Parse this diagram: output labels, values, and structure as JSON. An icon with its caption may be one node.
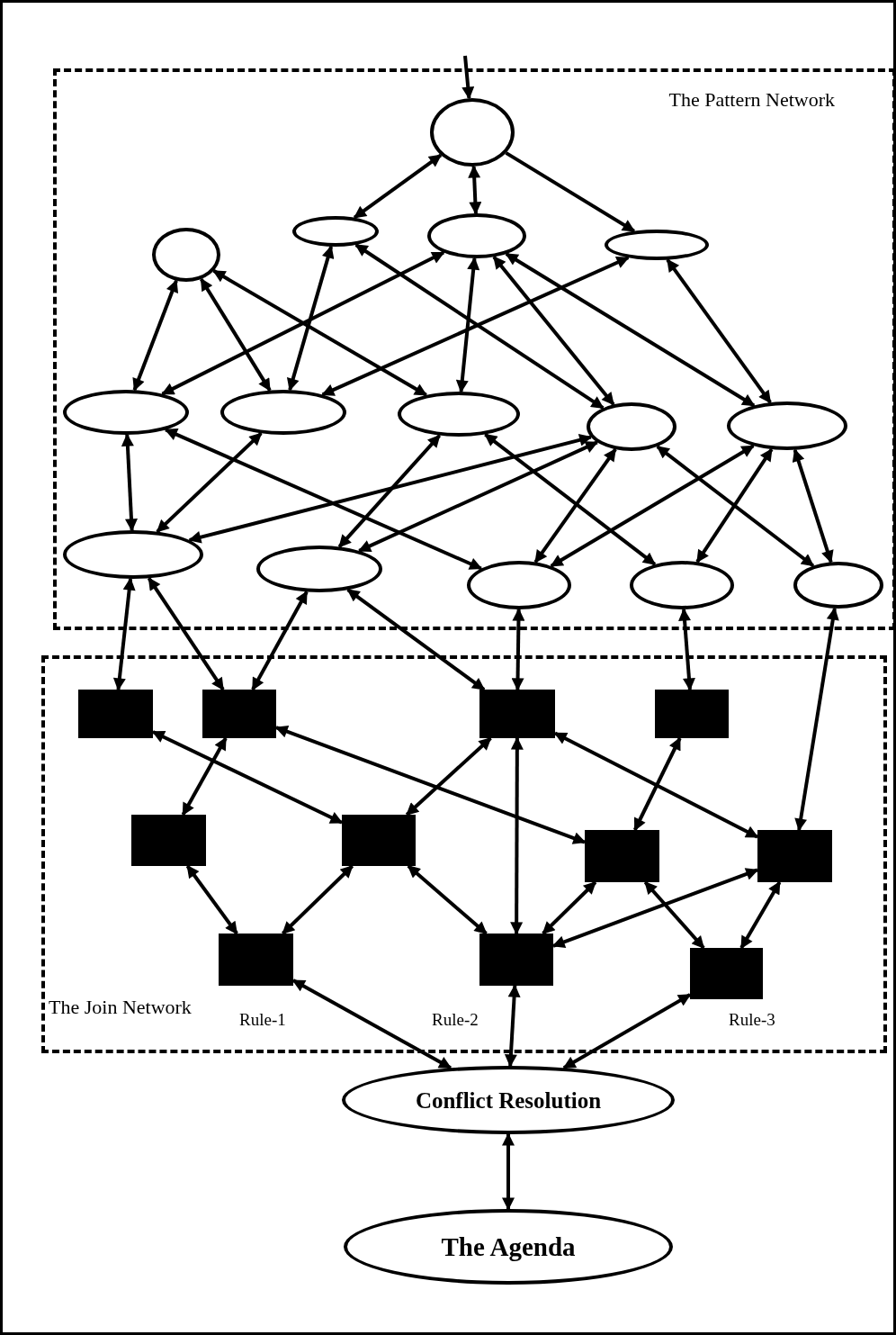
{
  "diagram": {
    "nodes": [
      {
        "text": [
          "The Pattern Network"
        ]
      },
      {
        "text": [
          "The Join Network"
        ]
      },
      {
        "text": [],
        "shape": "ellipse",
        "in": 0
      },
      {
        "text": [],
        "shape": "ellipse",
        "in": 0
      },
      {
        "text": [],
        "shape": "ellipse",
        "in": 0
      },
      {
        "text": [],
        "shape": "ellipse",
        "in": 0
      },
      {
        "text": [],
        "shape": "ellipse",
        "in": 0
      },
      {
        "text": [],
        "shape": "ellipse",
        "in": 0
      },
      {
        "text": [],
        "shape": "ellipse",
        "in": 0
      },
      {
        "text": [],
        "shape": "ellipse",
        "in": 0
      },
      {
        "text": [],
        "shape": "ellipse",
        "in": 0
      },
      {
        "text": [],
        "shape": "ellipse",
        "in": 0
      },
      {
        "text": [],
        "shape": "ellipse",
        "in": 0
      },
      {
        "text": [],
        "shape": "ellipse",
        "in": 0
      },
      {
        "text": [],
        "shape": "ellipse",
        "in": 0
      },
      {
        "text": [],
        "shape": "ellipse",
        "in": 0
      },
      {
        "text": [],
        "shape": "ellipse",
        "in": 0
      },
      {
        "text": [],
        "shape": "box",
        "in": 1
      },
      {
        "text": [],
        "shape": "box",
        "in": 1
      },
      {
        "text": [],
        "shape": "box",
        "in": 1
      },
      {
        "text": [],
        "shape": "box",
        "in": 1
      },
      {
        "text": [],
        "shape": "box",
        "in": 1
      },
      {
        "text": [],
        "shape": "box",
        "in": 1
      },
      {
        "text": [],
        "shape": "box",
        "in": 1
      },
      {
        "text": [],
        "shape": "box",
        "in": 1
      },
      {
        "text": [],
        "shape": "box",
        "in": 1,
        "beside": [
          "Rule-1"
        ]
      },
      {
        "text": [],
        "shape": "box",
        "in": 1,
        "beside": [
          "Rule-2"
        ]
      },
      {
        "text": [],
        "shape": "box",
        "in": 1,
        "beside": [
          "Rule-3"
        ]
      },
      {
        "text": [
          "Conflict Resolution"
        ]
      },
      {
        "text": [
          "The Agenda"
        ]
      }
    ],
    "edges": [
      {
        "from": null,
        "to": 2,
        "arrow": "to"
      },
      {
        "from": 2,
        "to": 4,
        "arrow": "both"
      },
      {
        "from": 2,
        "to": 5,
        "arrow": "both"
      },
      {
        "from": 2,
        "to": 6,
        "arrow": "to"
      },
      {
        "from": 3,
        "to": 7,
        "arrow": "both"
      },
      {
        "from": 3,
        "to": 8,
        "arrow": "both"
      },
      {
        "from": 3,
        "to": 9,
        "arrow": "both"
      },
      {
        "from": 4,
        "to": 8,
        "arrow": "both"
      },
      {
        "from": 4,
        "to": 10,
        "arrow": "both"
      },
      {
        "from": 5,
        "to": 7,
        "arrow": "both"
      },
      {
        "from": 5,
        "to": 9,
        "arrow": "both"
      },
      {
        "from": 5,
        "to": 10,
        "arrow": "both"
      },
      {
        "from": 5,
        "to": 11,
        "arrow": "both"
      },
      {
        "from": 6,
        "to": 8,
        "arrow": "both"
      },
      {
        "from": 6,
        "to": 11,
        "arrow": "both"
      },
      {
        "from": 7,
        "to": 12,
        "arrow": "both"
      },
      {
        "from": 7,
        "to": 14,
        "arrow": "both"
      },
      {
        "from": 8,
        "to": 12,
        "arrow": "both"
      },
      {
        "from": 9,
        "to": 13,
        "arrow": "both"
      },
      {
        "from": 9,
        "to": 15,
        "arrow": "both"
      },
      {
        "from": 10,
        "to": 12,
        "arrow": "both"
      },
      {
        "from": 10,
        "to": 13,
        "arrow": "both"
      },
      {
        "from": 10,
        "to": 14,
        "arrow": "both"
      },
      {
        "from": 10,
        "to": 16,
        "arrow": "both"
      },
      {
        "from": 11,
        "to": 14,
        "arrow": "both"
      },
      {
        "from": 11,
        "to": 15,
        "arrow": "both"
      },
      {
        "from": 11,
        "to": 16,
        "arrow": "both"
      },
      {
        "from": 12,
        "to": 17,
        "arrow": "both"
      },
      {
        "from": 12,
        "to": 18,
        "arrow": "both"
      },
      {
        "from": 13,
        "to": 18,
        "arrow": "both"
      },
      {
        "from": 13,
        "to": 19,
        "arrow": "both"
      },
      {
        "from": 14,
        "to": 19,
        "arrow": "both"
      },
      {
        "from": 15,
        "to": 20,
        "arrow": "both"
      },
      {
        "from": 16,
        "to": 24,
        "arrow": "both"
      },
      {
        "from": 17,
        "to": 22,
        "arrow": "both"
      },
      {
        "from": 18,
        "to": 21,
        "arrow": "both"
      },
      {
        "from": 18,
        "to": 23,
        "arrow": "both"
      },
      {
        "from": 19,
        "to": 22,
        "arrow": "both"
      },
      {
        "from": 19,
        "to": 26,
        "arrow": "both"
      },
      {
        "from": 19,
        "to": 24,
        "arrow": "both"
      },
      {
        "from": 20,
        "to": 23,
        "arrow": "both"
      },
      {
        "from": 21,
        "to": 25,
        "arrow": "both"
      },
      {
        "from": 22,
        "to": 25,
        "arrow": "both"
      },
      {
        "from": 22,
        "to": 26,
        "arrow": "both"
      },
      {
        "from": 23,
        "to": 26,
        "arrow": "both"
      },
      {
        "from": 23,
        "to": 27,
        "arrow": "both"
      },
      {
        "from": 24,
        "to": 26,
        "arrow": "both"
      },
      {
        "from": 24,
        "to": 27,
        "arrow": "both"
      },
      {
        "from": 25,
        "to": 28,
        "arrow": "both"
      },
      {
        "from": 26,
        "to": 28,
        "arrow": "both"
      },
      {
        "from": 27,
        "to": 28,
        "arrow": "both"
      },
      {
        "from": 28,
        "to": 29,
        "arrow": "both"
      }
    ]
  }
}
